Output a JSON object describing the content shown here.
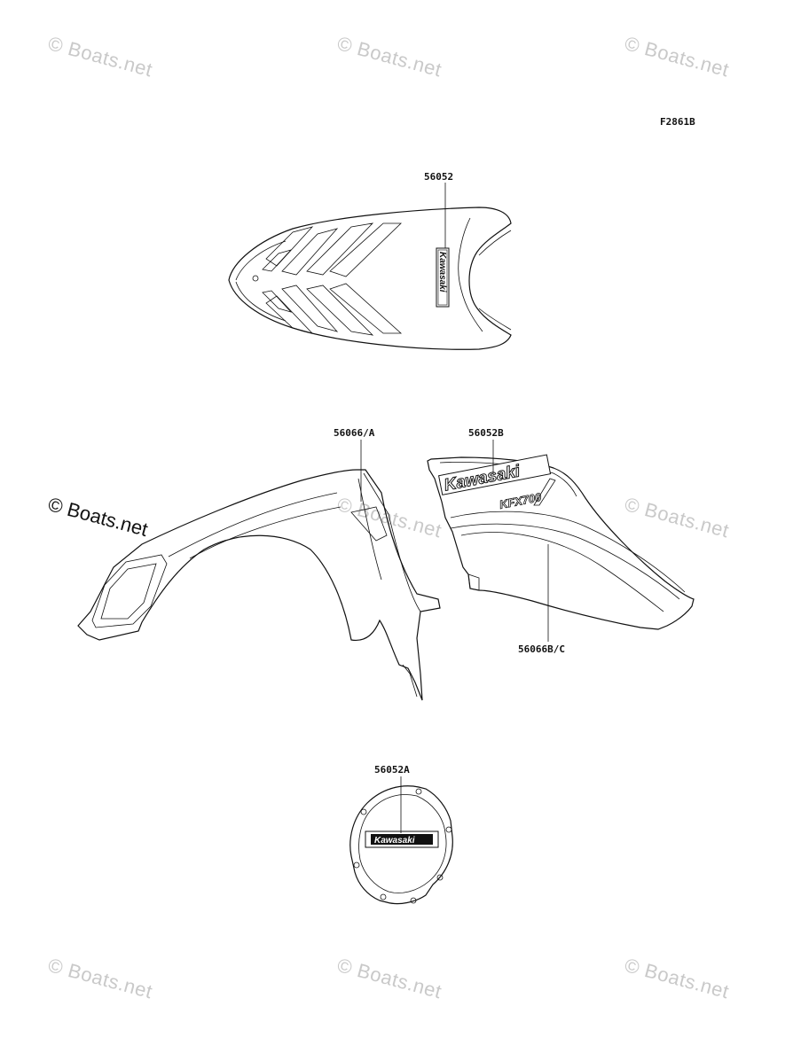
{
  "figure_code": "F2861B",
  "parts": [
    {
      "id": "seat-decal",
      "number": "56052"
    },
    {
      "id": "front-fender-decal",
      "number": "56066/A"
    },
    {
      "id": "side-cover-logo-decal",
      "number": "56052B"
    },
    {
      "id": "side-cover-stripe-decal",
      "number": "56066B/C"
    },
    {
      "id": "engine-cover-decal",
      "number": "56052A"
    }
  ],
  "logos": {
    "brand": "Kawasaki",
    "model": "KFX700"
  },
  "watermark": "© Boats.net"
}
